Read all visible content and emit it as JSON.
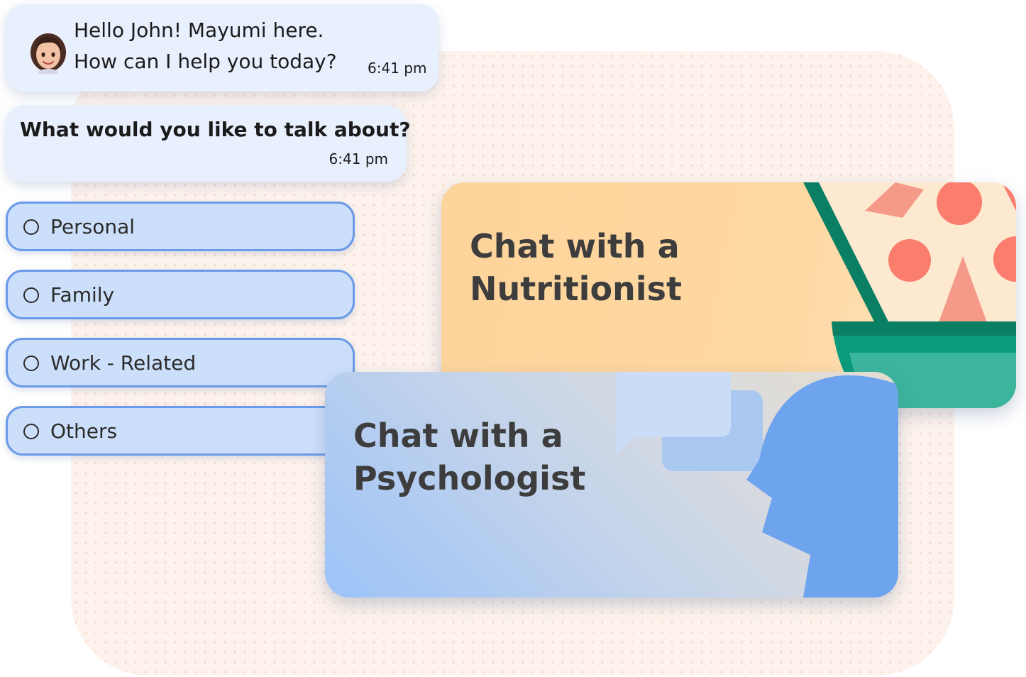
{
  "chat": {
    "greeting": {
      "line1": "Hello John! Mayumi here.",
      "line2": "How can I help you today?",
      "time": "6:41 pm",
      "avatar_icon": "female-avatar-icon"
    },
    "question": {
      "text": "What would you like to talk about?",
      "time": "6:41 pm"
    },
    "options": [
      {
        "label": "Personal"
      },
      {
        "label": "Family"
      },
      {
        "label": "Work - Related"
      },
      {
        "label": "Others"
      }
    ]
  },
  "cards": {
    "nutritionist": {
      "line1": "Chat with a",
      "line2": "Nutritionist",
      "icon": "salad-bowl-icon"
    },
    "psychologist": {
      "line1": "Chat with a",
      "line2": "Psychologist",
      "icon": "head-speech-bubble-icon"
    }
  },
  "colors": {
    "bubble_bg": "#e8effd",
    "option_bg": "#ccdffa",
    "option_border": "#6a9ae8",
    "nutri_card": "#fdd49b",
    "psych_card": "#9cc3f8",
    "bowl_green": "#00997a",
    "accent_coral": "#fa7d6e"
  }
}
